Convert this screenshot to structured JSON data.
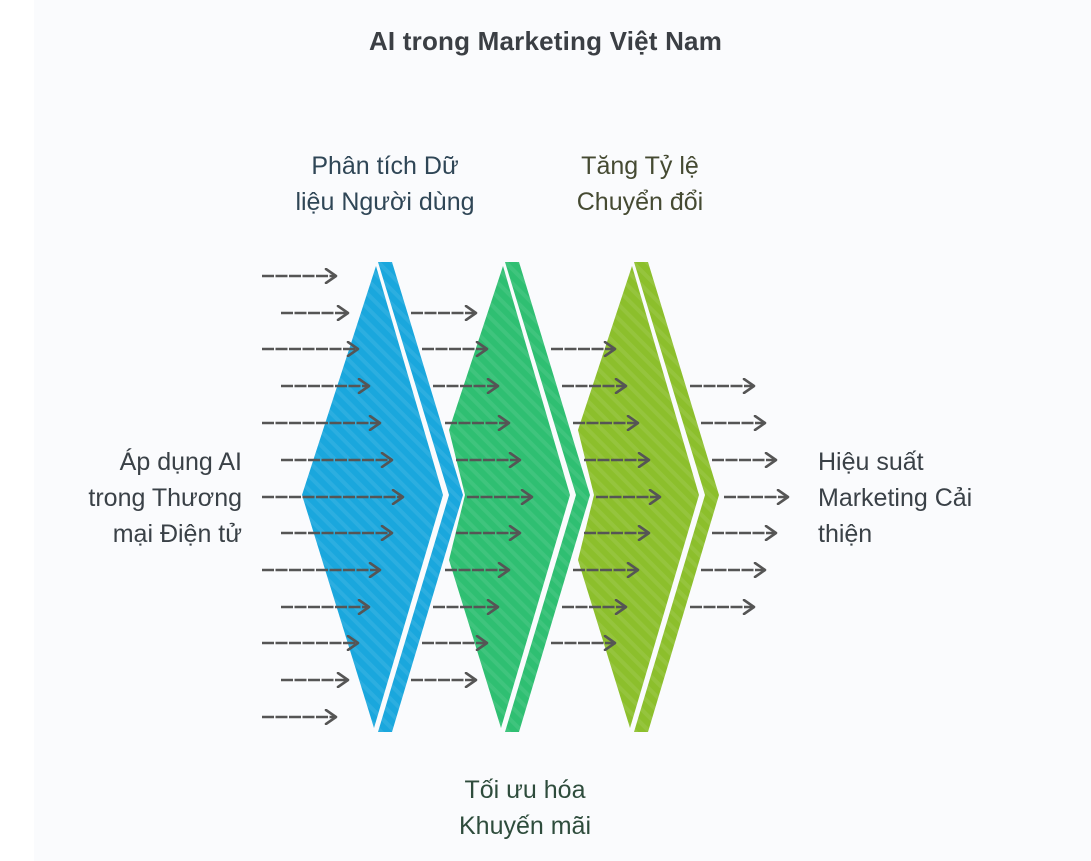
{
  "title": "AI trong Marketing Việt Nam",
  "input": {
    "lines": [
      "Áp dụng AI",
      "trong Thương",
      "mại Điện tử"
    ]
  },
  "stages": [
    {
      "id": "stage-1",
      "lines": [
        "Phân tích Dữ",
        "liệu Người dùng"
      ],
      "color": "#1aa7dd",
      "label_position": "top"
    },
    {
      "id": "stage-2",
      "lines": [
        "Tối ưu hóa",
        "Khuyến mãi"
      ],
      "color": "#2fbf72",
      "label_position": "bottom"
    },
    {
      "id": "stage-3",
      "lines": [
        "Tăng Tỷ lệ",
        "Chuyển đổi"
      ],
      "color": "#8cbf2c",
      "label_position": "top"
    }
  ],
  "output": {
    "lines": [
      "Hiệu suất",
      "Marketing Cải",
      "thiện"
    ]
  },
  "colors": {
    "background": "#fafbfd",
    "arrow": "#555555",
    "text": "#3a4147",
    "stage_blue": "#1aa7dd",
    "stage_green": "#2fbf72",
    "stage_lime": "#8cbf2c"
  }
}
